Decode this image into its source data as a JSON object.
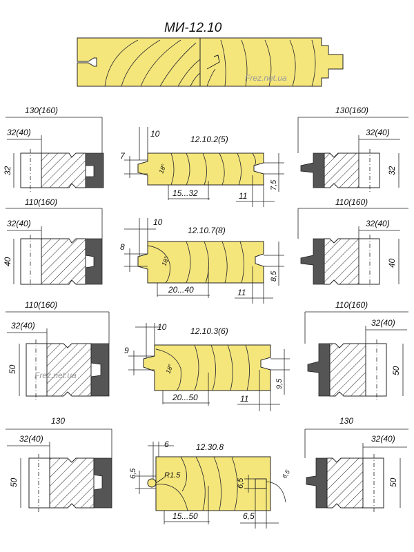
{
  "title": "МИ-12.10",
  "watermark": "Frez.net.ua",
  "rows": [
    {
      "code": "12.10.2(5)",
      "left": {
        "outer": "130(160)",
        "bore": "32(40)",
        "height": "32"
      },
      "right": {
        "outer": "130(160)",
        "bore": "32(40)",
        "height": "32"
      },
      "center": {
        "top_offset": "10",
        "tongue": "7",
        "angle": "18°",
        "range": "15...32",
        "groove": "11",
        "groove_depth": "7,5"
      }
    },
    {
      "code": "12.10.7(8)",
      "left": {
        "outer": "110(160)",
        "bore": "32(40)",
        "height": "40"
      },
      "right": {
        "outer": "110(160)",
        "bore": "32(40)",
        "height": "40"
      },
      "center": {
        "top_offset": "10",
        "tongue": "8",
        "angle": "18°",
        "range": "20...40",
        "groove": "11",
        "groove_depth": "8,5"
      }
    },
    {
      "code": "12.10.3(6)",
      "left": {
        "outer": "110(160)",
        "bore": "32(40)",
        "height": "50"
      },
      "right": {
        "outer": "110(160)",
        "bore": "32(40)",
        "height": "50"
      },
      "center": {
        "top_offset": "10",
        "tongue": "9",
        "angle": "18°",
        "range": "20...50",
        "groove": "11",
        "groove_depth": "9,5"
      }
    },
    {
      "code": "12.30.8",
      "left": {
        "outer": "130",
        "bore": "32(40)",
        "height": "50"
      },
      "right": {
        "outer": "130",
        "bore": "32(40)",
        "height": "50"
      },
      "center": {
        "top_offset": "6",
        "tongue": "6,5",
        "radius": "R1.5",
        "range": "15...50",
        "groove": "6,5",
        "groove_depth": "6,5",
        "groove_mark": "6,5"
      }
    }
  ]
}
